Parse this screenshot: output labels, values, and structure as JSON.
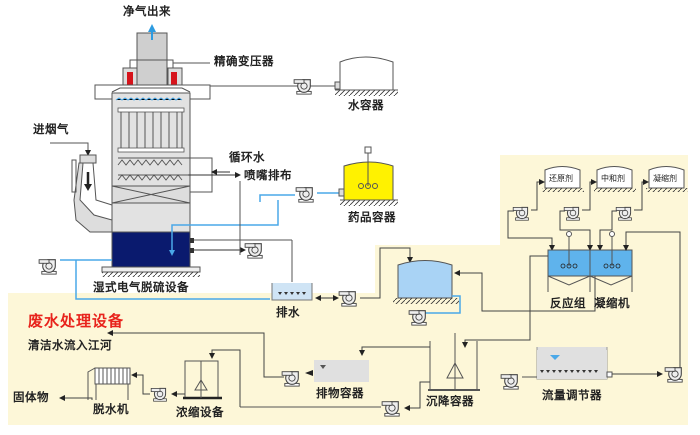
{
  "diagram": {
    "section_title": "废水处理设备",
    "colors": {
      "panel_bg": "#fdf7d8",
      "water_blue": "#a9d3f5",
      "tank_blue": "#5fb3ec",
      "basin_navy": "#0a1a6e",
      "chemical_yellow": "#fff200",
      "heater_red": "#d6131b",
      "pipe_blue": "#4aa8e8",
      "title_red": "#e8231c"
    },
    "labels": {
      "clean_gas_out": "净气出来",
      "precision_transformer": "精确变压器",
      "water_container": "水容器",
      "flue_gas_in": "进烟气",
      "circulating_water": "循环水",
      "nozzle_distribution": "喷嘴排布",
      "chemical_container": "药品容器",
      "wet_esp_desulfurization": "湿式电气脱硫设备",
      "drainage": "排水",
      "reaction_group": "反应组",
      "coagulator": "凝缩机",
      "clean_water_to_river": "清洁水流入江河",
      "solids": "固体物",
      "dewatering_machine": "脱水机",
      "thickening_equipment": "浓缩设备",
      "discharge_container": "排物容器",
      "settling_container": "沉降容器",
      "flow_regulator": "流量调节器"
    },
    "reagent_tanks": [
      {
        "label": "还原剂"
      },
      {
        "label": "中和剂"
      },
      {
        "label": "凝缩剂"
      }
    ]
  }
}
